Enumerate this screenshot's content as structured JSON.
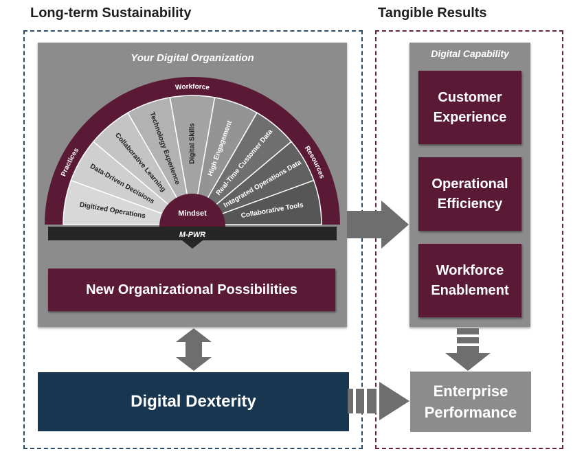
{
  "headings": {
    "left": "Long-term Sustainability",
    "right": "Tangible Results"
  },
  "org_panel": {
    "title": "Your Digital Organization",
    "arc_labels": {
      "top": "Workforce",
      "left": "Practices",
      "right": "Resources"
    },
    "segments": [
      "Digitized Operations",
      "Data-Driven Decisions",
      "Collaborative Learning",
      "Technology Experience",
      "Digital Skills",
      "High Engagement",
      "Real-Time Customer Data",
      "Integrated Operations Data",
      "Collaborative Tools"
    ],
    "hub": "Mindset",
    "base": "M-PWR",
    "possibilities": "New Organizational Possibilities"
  },
  "dexterity": "Digital Dexterity",
  "capability_panel": {
    "title": "Digital Capability",
    "boxes": [
      "Customer Experience",
      "Operational Efficiency",
      "Workforce Enablement"
    ]
  },
  "enterprise": "Enterprise Performance",
  "colors": {
    "maroon": "#5a1a35",
    "navy": "#193651",
    "panel_grey": "#8c8c8c",
    "arrow_grey": "#6e6e6e"
  }
}
